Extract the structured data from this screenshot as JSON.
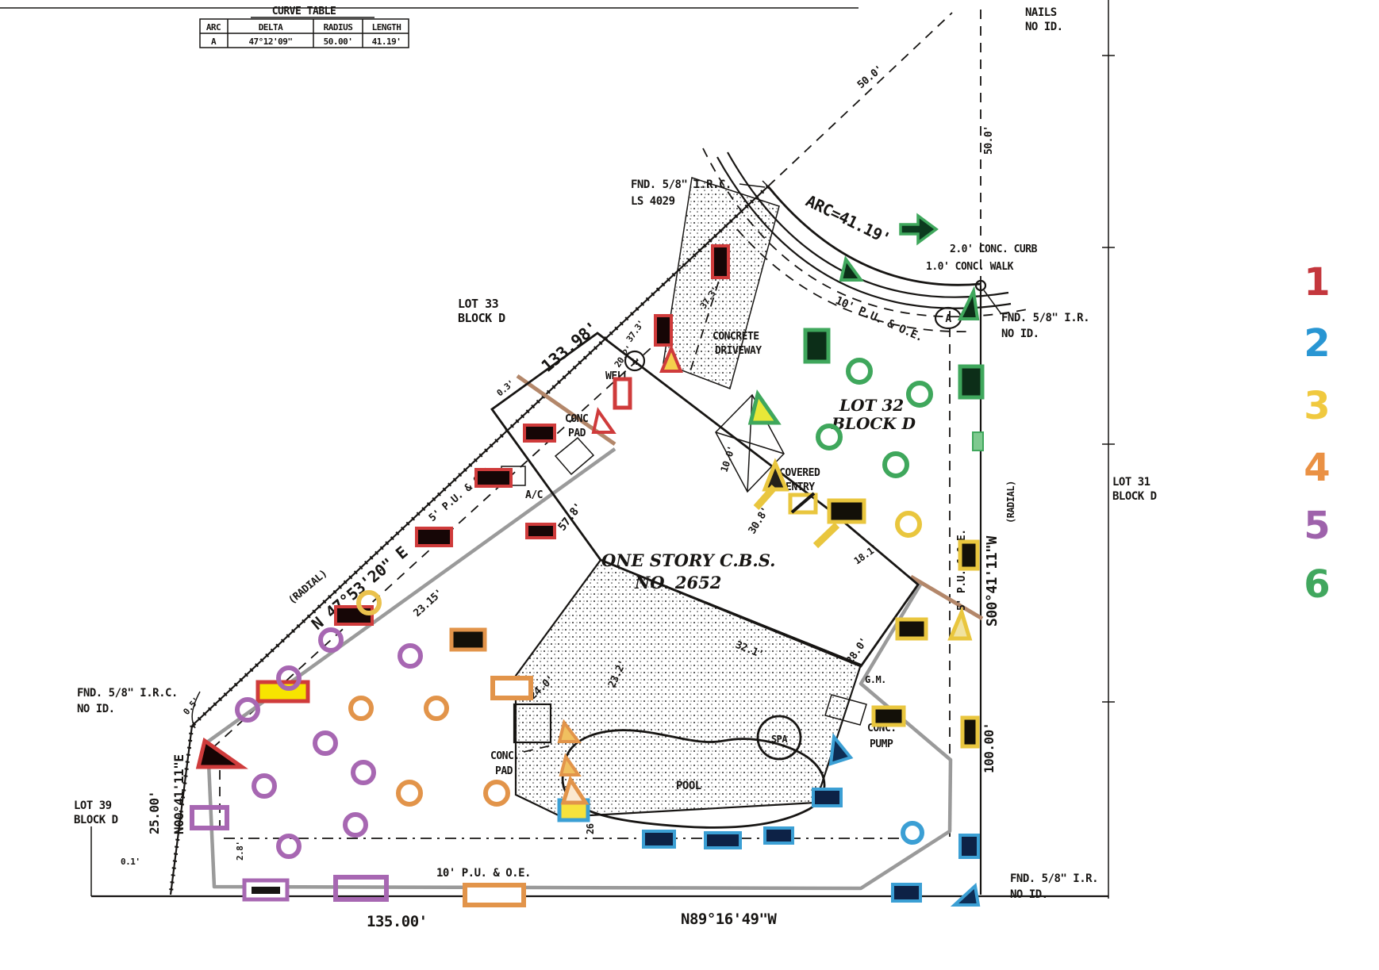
{
  "title": "Scanned property survey plot plan with colored annotation markers",
  "colors": {
    "red": "#cf3b3b",
    "blue": "#3b9fd4",
    "yellow": "#e9c63e",
    "orange": "#e2944a",
    "purple": "#a767b2",
    "green": "#3fa75c",
    "ink": "#171513",
    "fence_gray": "#9a9a9a",
    "tan_line": "#b3876a"
  },
  "curve_table": {
    "title": "CURVE TABLE",
    "headers": [
      "ARC",
      "DELTA",
      "RADIUS",
      "LENGTH"
    ],
    "rows": [
      [
        "A",
        "47°12'09\"",
        "50.00'",
        "41.19'"
      ]
    ]
  },
  "legend": {
    "items": [
      {
        "label": "1",
        "color_name": "red",
        "color": "#c4373d"
      },
      {
        "label": "2",
        "color_name": "blue",
        "color": "#2996d3"
      },
      {
        "label": "3",
        "color_name": "yellow",
        "color": "#f0c93f"
      },
      {
        "label": "4",
        "color_name": "orange",
        "color": "#ea9144"
      },
      {
        "label": "5",
        "color_name": "purple",
        "color": "#9e62ab"
      },
      {
        "label": "6",
        "color_name": "green",
        "color": "#41a75e"
      }
    ]
  },
  "labels": {
    "nails1": "NAILS",
    "nails2": "NO ID.",
    "rad_diag": "50.0'",
    "rad_vert": "50.0'",
    "fnd_top1": "FND. 5/8\" I.R.C.",
    "fnd_top2": "LS 4029",
    "arc": "ARC=41.19'",
    "curb": "2.0' CONC. CURB",
    "walk": "1.0' CONC. WALK",
    "pu_arc": "10' P.U. & O.E.",
    "fnd_right1": "FND. 5/8\" I.R.",
    "fnd_right2": "NO ID.",
    "lot33a": "LOT 33",
    "lot33b": "BLOCK D",
    "d13398": "133.98'",
    "radial_nw": "(RADIAL)",
    "bearing_nw": "N 47°53'20\" E",
    "pu_nw": "5' P.U. & O.E.",
    "drv1": "CONCRETE",
    "drv2": "DRIVEWAY",
    "well": "WELL",
    "well_sym": "W",
    "curve_pt": "A",
    "cpw1": "CONC",
    "cpw2": "PAD",
    "d03": "0.3'",
    "ac": "A/C",
    "d578": "57.8'",
    "d373a": "37.3'",
    "d373b": "37.3'",
    "d202": "20.2'",
    "lot32a": "LOT 32",
    "lot32b": "BLOCK D",
    "cov1": "COVERED",
    "cov2": "ENTRY",
    "d100": "10.0'",
    "d308": "30.8'",
    "d181": "18.1'",
    "house1": "ONE STORY C.B.S.",
    "house2": "NO. 2652",
    "d2315": "23.15'",
    "d240": "24.0'",
    "d232": "23.2'",
    "d321": "32.1'",
    "d280": "28.0'",
    "gm": "G.M.",
    "pump1": "CONC.",
    "pump2": "PUMP",
    "spa": "SPA",
    "pool": "POOL",
    "cpp1": "CONC.",
    "cpp2": "PAD",
    "bearing_e": "S00°41'11\"W",
    "radial_e": "(RADIAL)",
    "pu_e": "5' P.U. & O.E.",
    "lot31a": "LOT 31",
    "lot31b": "BLOCK D",
    "d10000": "100.00'",
    "fnd_br1": "FND. 5/8\" I.R.",
    "fnd_br2": "NO ID.",
    "fnd_l1": "FND. 5/8\" I.R.C.",
    "fnd_l2": "NO ID.",
    "d05": "0.5'",
    "lot39a": "LOT 39",
    "lot39b": "BLOCK D",
    "d2500": "25.00'",
    "bearing_w": "N00°41'11\"E",
    "d01": "0.1'",
    "d28": "2.8'",
    "pu_s": "10' P.U. & O.E.",
    "d13500": "135.00'",
    "bearing_s": "N89°16'49\"W",
    "d26": "26"
  }
}
